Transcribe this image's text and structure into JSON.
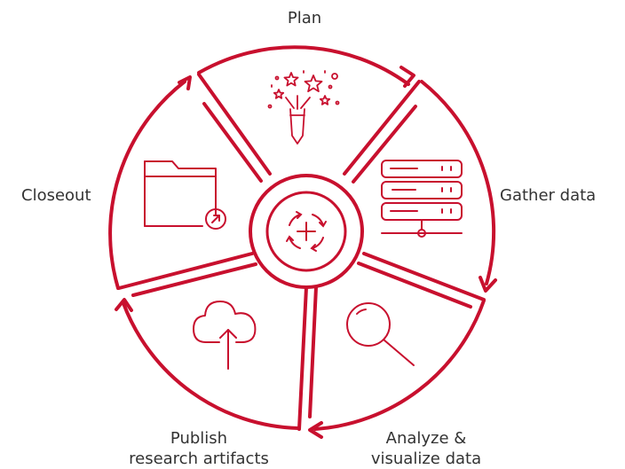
{
  "colors": {
    "accent": "#c8102e",
    "label": "#333333",
    "background": "#ffffff"
  },
  "stages": [
    {
      "id": "plan",
      "label": "Plan",
      "icon": "fireworks-pencil-icon"
    },
    {
      "id": "gather",
      "label": "Gather data",
      "icon": "server-rack-icon"
    },
    {
      "id": "analyze",
      "label_lines": [
        "Analyze &",
        "visualize data"
      ],
      "icon": "magnifier-icon"
    },
    {
      "id": "publish",
      "label_lines": [
        "Publish",
        "research artifacts"
      ],
      "icon": "cloud-upload-icon"
    },
    {
      "id": "closeout",
      "label": "Closeout",
      "icon": "folder-archive-icon"
    }
  ],
  "center": {
    "icon": "cycle-plus-icon"
  }
}
